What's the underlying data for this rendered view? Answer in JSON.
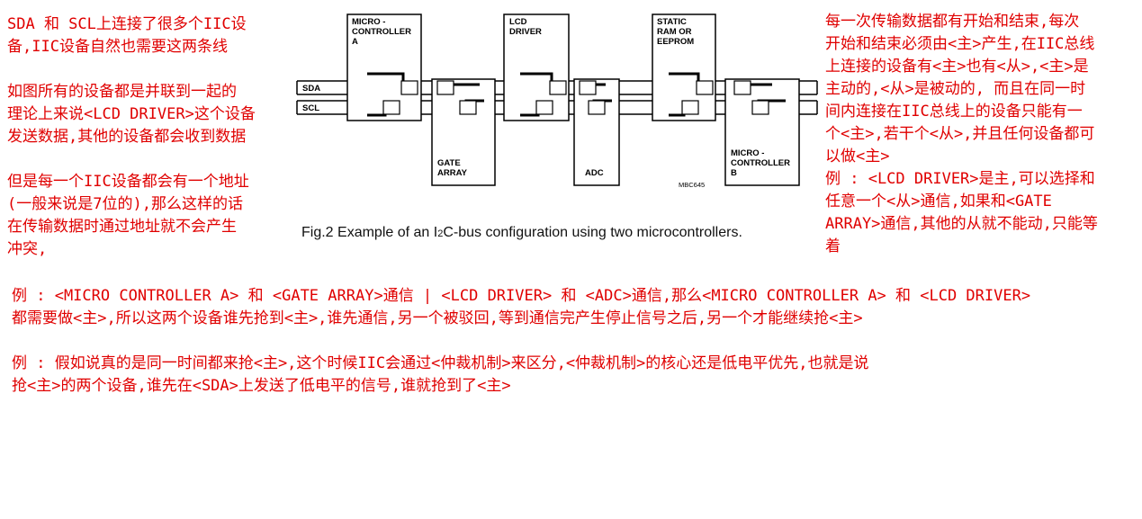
{
  "notes": {
    "left": [
      "SDA 和 SCL上连接了很多个IIC设\n备,IIC设备自然也需要这两条线",
      "如图所有的设备都是并联到一起的\n理论上来说<LCD DRIVER>这个设备\n发送数据,其他的设备都会收到数据",
      "但是每一个IIC设备都会有一个地址\n(一般来说是7位的),那么这样的话\n在传输数据时通过地址就不会产生\n冲突,"
    ],
    "right": "每一次传输数据都有开始和结束,每次\n开始和结束必须由<主>产生,在IIC总线\n上连接的设备有<主>也有<从>,<主>是\n主动的,<从>是被动的, 而且在同一时\n间内连接在IIC总线上的设备只能有一\n个<主>,若干个<从>,并且任何设备都可\n以做<主>\n例 : <LCD DRIVER>是主,可以选择和\n任意一个<从>通信,如果和<GATE\nARRAY>通信,其他的从就不能动,只能等\n着",
    "bottom": [
      "例 : <MICRO CONTROLLER A> 和 <GATE ARRAY>通信 | <LCD DRIVER> 和 <ADC>通信,那么<MICRO CONTROLLER A> 和 <LCD DRIVER>\n都需要做<主>,所以这两个设备谁先抢到<主>,谁先通信,另一个被驳回,等到通信完产生停止信号之后,另一个才能继续抢<主>",
      "例 : 假如说真的是同一时间都来抢<主>,这个时候IIC会通过<仲裁机制>来区分,<仲裁机制>的核心还是低电平优先,也就是说\n抢<主>的两个设备,谁先在<SDA>上发送了低电平的信号,谁就抢到了<主>"
    ]
  },
  "diagram": {
    "bus_labels": {
      "sda": "SDA",
      "scl": "SCL"
    },
    "devices": {
      "micro_a": [
        "MICRO -",
        "CONTROLLER",
        "A"
      ],
      "lcd": [
        "LCD",
        "DRIVER"
      ],
      "static_ram": [
        "STATIC",
        "RAM OR",
        "EEPROM"
      ],
      "gate_array": [
        "GATE",
        "ARRAY"
      ],
      "adc": [
        "ADC"
      ],
      "micro_b": [
        "MICRO -",
        "CONTROLLER",
        "B"
      ]
    },
    "ref_code": "MBC645",
    "caption": {
      "pre": "Fig.2 Example of an I",
      "sub": "2",
      "post": "C-bus configuration using two microcontrollers."
    }
  },
  "colors": {
    "note_text": "#e00000",
    "diagram_ink": "#000000",
    "background": "#ffffff"
  }
}
